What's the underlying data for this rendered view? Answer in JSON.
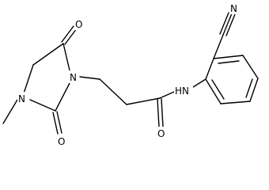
{
  "molecule": {
    "atoms": [
      {
        "id": "O_top",
        "label": "O"
      },
      {
        "id": "N_ring",
        "label": "N"
      },
      {
        "id": "N_methyl",
        "label": "N"
      },
      {
        "id": "O_bottom",
        "label": "O"
      },
      {
        "id": "NH_amide",
        "label": "HN"
      },
      {
        "id": "O_amide",
        "label": "O"
      },
      {
        "id": "N_nitrile",
        "label": "N"
      }
    ]
  }
}
